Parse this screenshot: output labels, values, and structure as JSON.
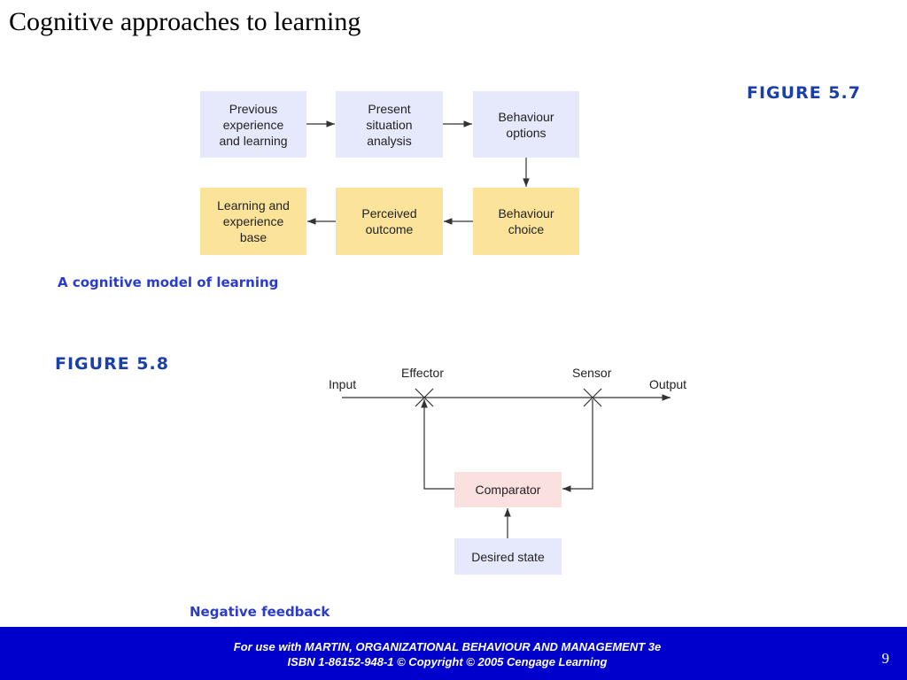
{
  "slide": {
    "title": "Cognitive approaches to learning",
    "page_number": "9"
  },
  "figure_5_7": {
    "label": "FIGURE 5.7",
    "caption": "A cognitive model of learning",
    "boxes": {
      "previous": "Previous\nexperience\nand learning",
      "present": "Present\nsituation\nanalysis",
      "options": "Behaviour\noptions",
      "learning_base": "Learning and\nexperience\nbase",
      "perceived": "Perceived\noutcome",
      "choice": "Behaviour\nchoice"
    }
  },
  "figure_5_8": {
    "label": "FIGURE 5.8",
    "caption": "Negative feedback",
    "labels": {
      "input": "Input",
      "effector": "Effector",
      "sensor": "Sensor",
      "output": "Output",
      "comparator": "Comparator",
      "desired_state": "Desired state"
    }
  },
  "footer": {
    "line1": "For use with MARTIN, ORGANIZATIONAL BEHAVIOUR AND MANAGEMENT 3e",
    "line2": "ISBN 1-86152-948-1 © Copyright © 2005 Cengage Learning"
  },
  "colors": {
    "figure_label": "#1a3fa8",
    "caption": "#2a3cc8",
    "box_blue": "#e6e8fb",
    "box_yellow": "#fbe49a",
    "box_pink": "#fbe0e0",
    "footer_bg": "#0000cc"
  }
}
